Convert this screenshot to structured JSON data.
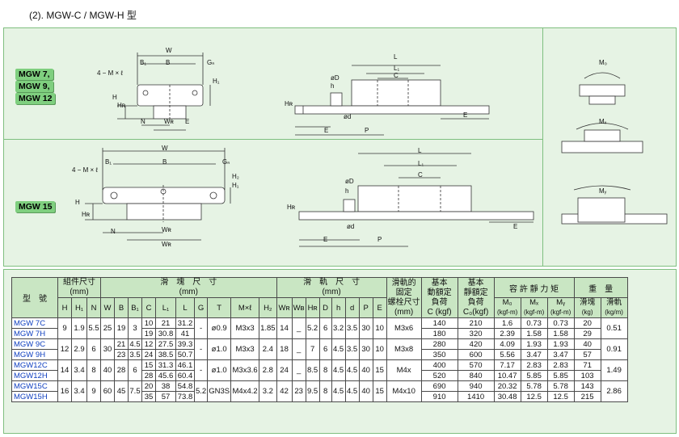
{
  "heading": "(2).   MGW-C / MGW-H 型",
  "models_group1": [
    "MGW 7,",
    "MGW 9,",
    "MGW 12"
  ],
  "models_group2": [
    "MGW 15"
  ],
  "dims": {
    "W": "W",
    "B": "B",
    "B1": "B₁",
    "Gn": "Gₙ",
    "H1": "H₁",
    "H": "H",
    "N": "N",
    "WR": "Wʀ",
    "HR": "Hʀ",
    "h": "h",
    "L": "L",
    "L1": "L₁",
    "C": "C",
    "oD": "øD",
    "od": "ød",
    "E": "E",
    "P": "P",
    "MxL": "4 − M × ℓ",
    "H2": "H₂",
    "M0": "M₀",
    "MX": "Mₓ",
    "MY": "Mᵧ"
  },
  "table": {
    "col_model": "型　號",
    "grp_assembly": "組件尺寸",
    "grp_assembly_unit": "(mm)",
    "grp_block": "滑　塊　尺　寸",
    "grp_block_unit": "(mm)",
    "grp_rail": "滑　軌　尺　寸",
    "grp_rail_unit": "(mm)",
    "col_bolt": [
      "滑軌的",
      "固定",
      "螺栓尺寸",
      "(mm)"
    ],
    "col_dyn": [
      "基本",
      "動額定",
      "負荷",
      "C (kgf)"
    ],
    "col_sta": [
      "基本",
      "靜額定",
      "負荷",
      "C₀(kgf)"
    ],
    "grp_moment": "容 許 靜 力 矩",
    "grp_weight": "重　量",
    "sub_assembly": [
      "H",
      "H₁",
      "N"
    ],
    "sub_block": [
      "W",
      "B",
      "B₁",
      "C",
      "L₁",
      "L",
      "G",
      "T",
      "M×ℓ",
      "H₂"
    ],
    "sub_rail": [
      "Wʀ",
      "Wʙ",
      "Hʀ",
      "D",
      "h",
      "d",
      "P",
      "E"
    ],
    "sub_moment": [
      [
        "M₀",
        "(kgf-m)"
      ],
      [
        "Mₓ",
        "(kgf-m)"
      ],
      [
        "Mᵧ",
        "(kgf-m)"
      ]
    ],
    "sub_weight": [
      [
        "滑塊",
        "(kg)"
      ],
      [
        "滑軌",
        "(kg/m)"
      ]
    ],
    "rows": [
      {
        "model": "MGW 7C",
        "C": "10",
        "L1": "21",
        "L": "31.2",
        "dyn": "140",
        "sta": "210",
        "M0": "1.6",
        "MX": "0.73",
        "MY": "0.73",
        "blk": "20"
      },
      {
        "model": "MGW 7H",
        "C": "19",
        "L1": "30.8",
        "L": "41",
        "dyn": "180",
        "sta": "320",
        "M0": "2.39",
        "MX": "1.58",
        "MY": "1.58",
        "blk": "29"
      },
      {
        "model": "MGW 9C",
        "C": "12",
        "L1": "27.5",
        "L": "39.3",
        "dyn": "280",
        "sta": "420",
        "M0": "4.09",
        "MX": "1.93",
        "MY": "1.93",
        "blk": "40"
      },
      {
        "model": "MGW 9H",
        "C": "24",
        "L1": "38.5",
        "L": "50.7",
        "dyn": "350",
        "sta": "600",
        "M0": "5.56",
        "MX": "3.47",
        "MY": "3.47",
        "blk": "57"
      },
      {
        "model": "MGW12C",
        "C": "15",
        "L1": "31.3",
        "L": "46.1",
        "dyn": "400",
        "sta": "570",
        "M0": "7.17",
        "MX": "2.83",
        "MY": "2.83",
        "blk": "71"
      },
      {
        "model": "MGW12H",
        "C": "28",
        "L1": "45.6",
        "L": "60.4",
        "dyn": "520",
        "sta": "840",
        "M0": "10.47",
        "MX": "5.85",
        "MY": "5.85",
        "blk": "103"
      },
      {
        "model": "MGW15C",
        "C": "20",
        "L1": "38",
        "L": "54.8",
        "dyn": "690",
        "sta": "940",
        "M0": "20.32",
        "MX": "5.78",
        "MY": "5.78",
        "blk": "143"
      },
      {
        "model": "MGW15H",
        "C": "35",
        "L1": "57",
        "L": "73.8",
        "dyn": "910",
        "sta": "1410",
        "M0": "30.48",
        "MX": "12.5",
        "MY": "12.5",
        "blk": "215"
      }
    ],
    "groups": [
      {
        "H": "9",
        "H1": "1.9",
        "N": "5.5",
        "W": "25",
        "B": "19",
        "B1": "3",
        "G": "-",
        "T": "ø0.9",
        "Mxl": "M3x3",
        "H2": "1.85",
        "WR": "14",
        "WB": "_",
        "HR": "5.2",
        "D": "6",
        "h": "3.2",
        "d": "3.5",
        "P": "30",
        "E": "10",
        "bolt": "M3x6",
        "rail": "0.51"
      },
      {
        "H": "12",
        "H1": "2.9",
        "N": "6",
        "W": "30",
        "B": "21",
        "B1": "4.5",
        "B1b": "3.5",
        "G": "-",
        "T": "ø1.0",
        "Mxl": "M3x3",
        "H2": "2.4",
        "WR": "18",
        "WB": "_",
        "HR": "7",
        "D": "6",
        "h": "4.5",
        "d": "3.5",
        "P": "30",
        "E": "10",
        "bolt": "M3x8",
        "rail": "0.91",
        "Bb": "23"
      },
      {
        "H": "14",
        "H1": "3.4",
        "N": "8",
        "W": "40",
        "B": "28",
        "B1": "6",
        "G": "-",
        "T": "ø1.0",
        "Mxl": "M3x3.6",
        "H2": "2.8",
        "WR": "24",
        "WB": "_",
        "HR": "8.5",
        "D": "8",
        "h": "4.5",
        "d": "4.5",
        "P": "40",
        "E": "15",
        "bolt": "M4x",
        "rail": "1.49"
      },
      {
        "H": "16",
        "H1": "3.4",
        "N": "9",
        "W": "60",
        "B": "45",
        "B1": "7.5",
        "G": "5.2",
        "T": "GN3S",
        "Mxl": "M4x4.2",
        "H2": "3.2",
        "WR": "42",
        "WB": "23",
        "HR": "9.5",
        "D": "8",
        "h": "4.5",
        "d": "4.5",
        "P": "40",
        "E": "15",
        "bolt": "M4x10",
        "rail": "2.86"
      }
    ]
  }
}
